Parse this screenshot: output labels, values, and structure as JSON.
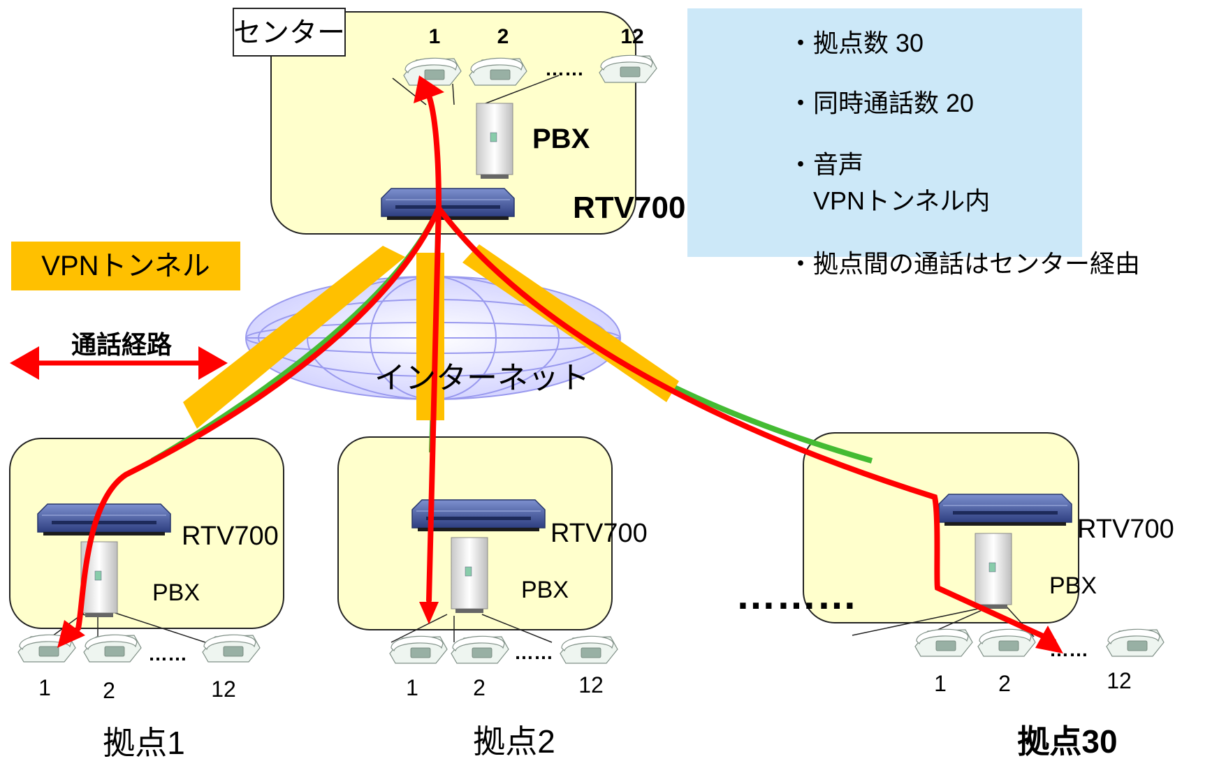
{
  "center": {
    "label": "センター",
    "phones": [
      "1",
      "2",
      "12"
    ],
    "dots": "……",
    "pbx": "PBX",
    "router": "RTV700"
  },
  "legend": {
    "vpn_tunnel": "VPNトンネル",
    "call_route": "通話経路"
  },
  "internet": "インターネット",
  "notes": [
    "・拠点数 30",
    "・同時通話数 20",
    "・音声",
    "VPNトンネル内",
    "・拠点間の通話はセンター経由"
  ],
  "sites": [
    {
      "name": "拠点1",
      "router": "RTV700",
      "pbx": "PBX",
      "phones": [
        "1",
        "2",
        "12"
      ],
      "dots": "……"
    },
    {
      "name": "拠点2",
      "router": "RTV700",
      "pbx": "PBX",
      "phones": [
        "1",
        "2",
        "12"
      ],
      "dots": "……"
    },
    {
      "name": "拠点30",
      "router": "RTV700",
      "pbx": "PBX",
      "phones": [
        "1",
        "2",
        "12"
      ],
      "dots": "……"
    }
  ],
  "ellipsis": "………",
  "colors": {
    "box_fill": "#ffffcc",
    "note_fill": "#cce8f8",
    "vpn": "#ffc000",
    "route": "#ff0000",
    "link": "#44bb33",
    "globe": "#9999ee",
    "router": "#4a5fa6"
  }
}
